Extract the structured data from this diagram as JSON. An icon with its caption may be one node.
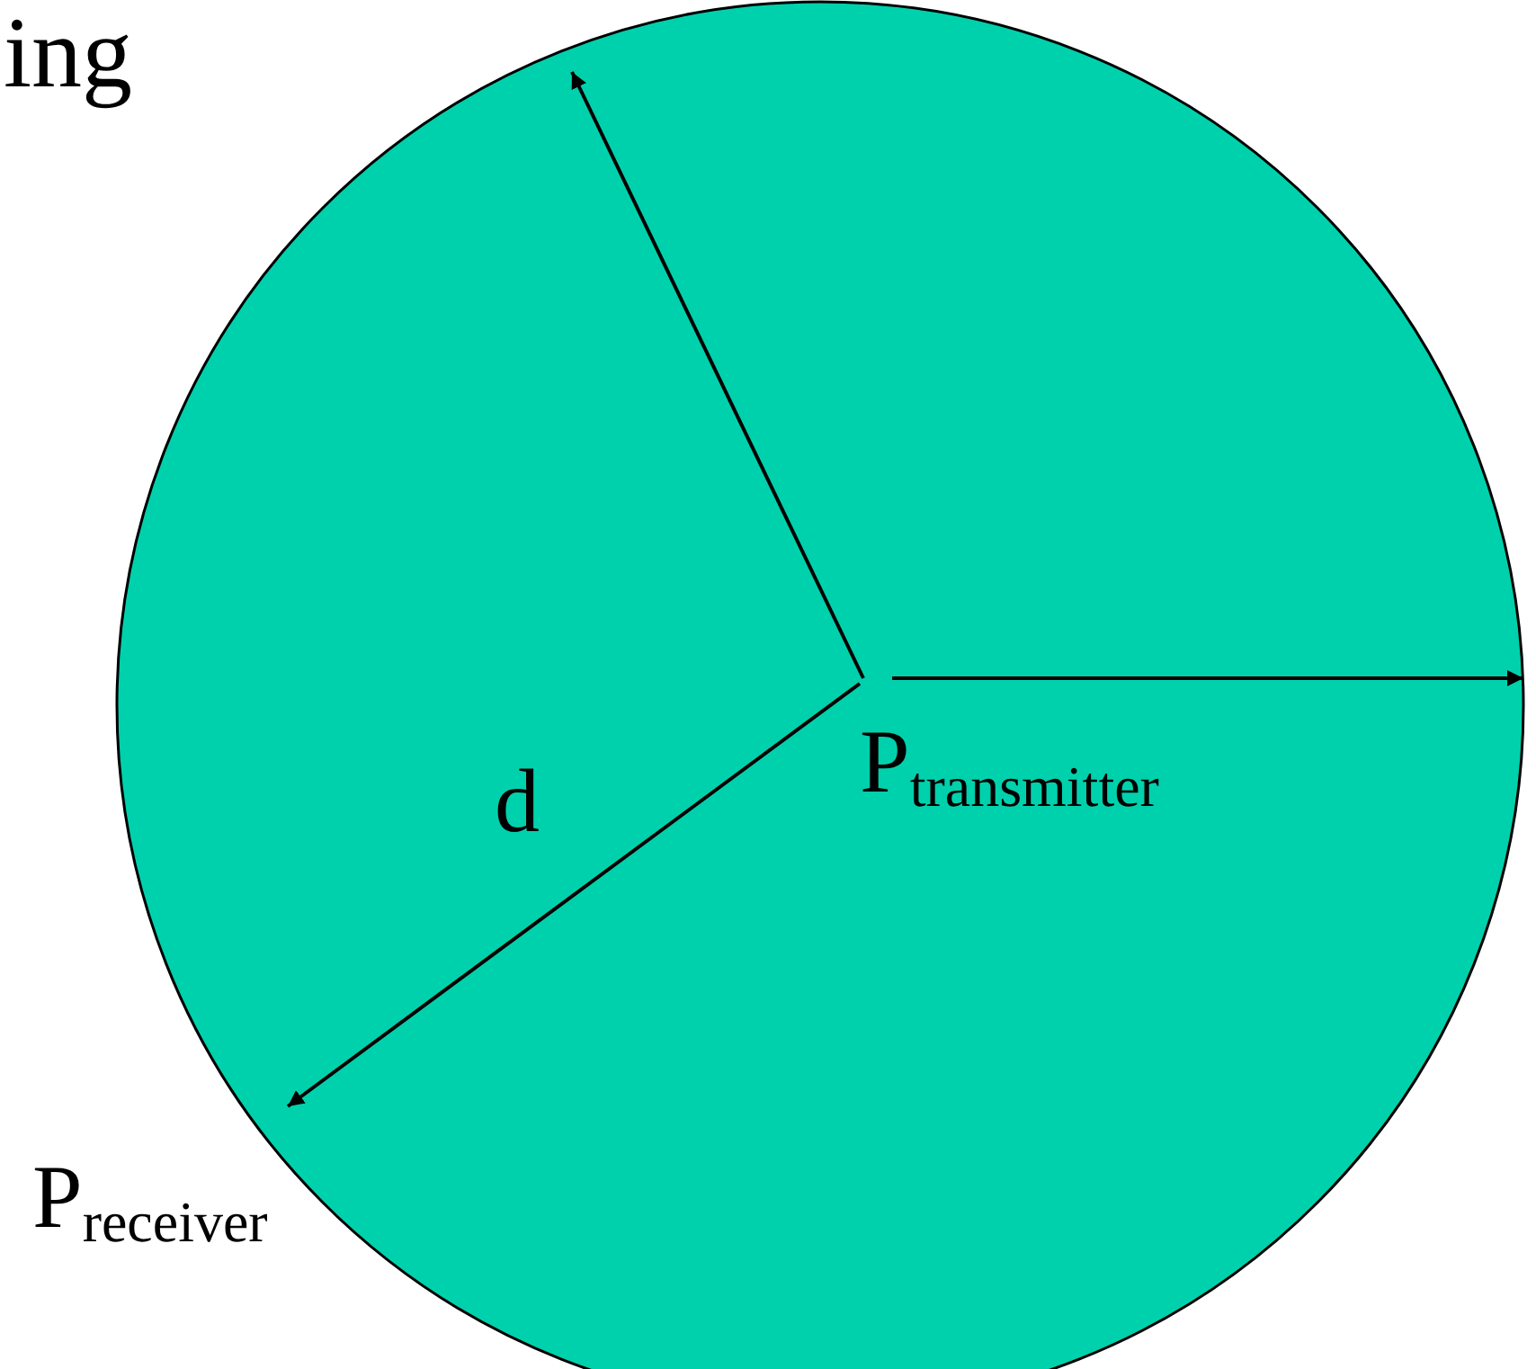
{
  "diagram": {
    "nodes": [
      {
        "text": [
          "P$_{transmitter}$"
        ]
      }
    ],
    "edges": [],
    "labels": [
      "ing",
      "d",
      "P$_{receiver}$"
    ]
  }
}
